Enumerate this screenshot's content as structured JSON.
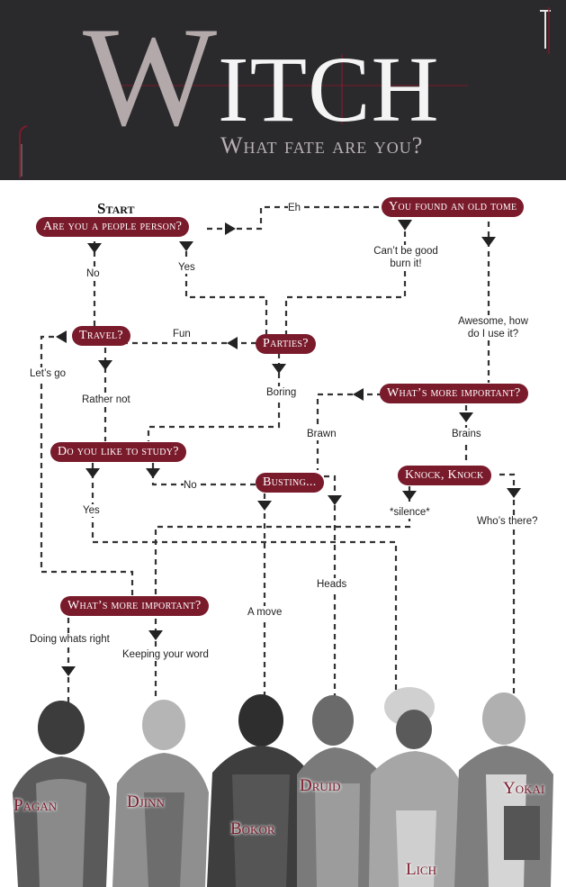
{
  "header": {
    "title_initial": "W",
    "title_rest": "ITCH",
    "subtitle": "What fate are you?"
  },
  "start_label": "Start",
  "nodes": {
    "people_person": "Are you a people person?",
    "old_tome": "You found an old tome",
    "travel": "Travel?",
    "parties": "Parties?",
    "more_important_1": "What’s more important?",
    "like_to_study": "Do you like to study?",
    "busting": "Busting...",
    "knock_knock": "Knock, Knock",
    "more_important_2": "What’s more important?"
  },
  "edges": {
    "eh": "Eh",
    "no_1": "No",
    "yes_1": "Yes",
    "cant_be_good_1": "Can’t be good",
    "cant_be_good_2": "burn it!",
    "awesome_1": "Awesome, how",
    "awesome_2": "do I use it?",
    "fun": "Fun",
    "lets_go": "Let’s go",
    "rather_not": "Rather not",
    "boring": "Boring",
    "brawn": "Brawn",
    "brains": "Brains",
    "no_2": "No",
    "yes_2": "Yes",
    "silence": "*silence*",
    "whos_there": "Who’s there?",
    "heads": "Heads",
    "a_move": "A move",
    "doing_right": "Doing whats right",
    "keeping_word": "Keeping your word"
  },
  "characters": [
    "Pagan",
    "Djinn",
    "Bokor",
    "Druid",
    "Lich",
    "Yokai"
  ],
  "colors": {
    "header_bg": "#2a2a2c",
    "node_bg": "#7a1b2c",
    "accent": "#7a1b2c",
    "line": "#333333"
  }
}
